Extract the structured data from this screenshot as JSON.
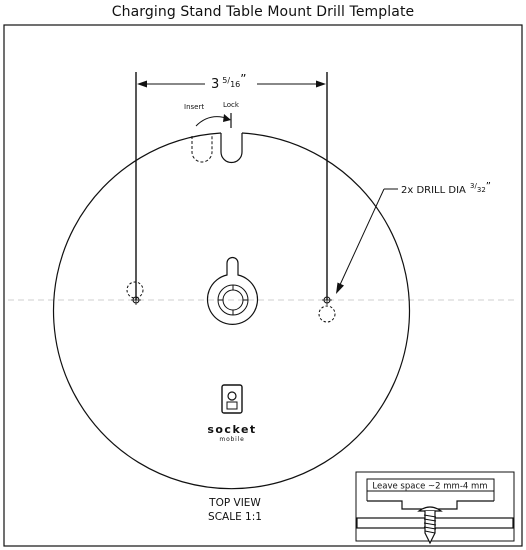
{
  "title": "Charging Stand Table Mount Drill Template",
  "dimension": {
    "whole": "3",
    "num": "5",
    "den": "16",
    "unit": "”"
  },
  "rotation": {
    "insert": "Insert",
    "lock": "Lock"
  },
  "drill": {
    "prefix": "2x DRILL DIA ",
    "num": "3",
    "den": "32",
    "unit": "”"
  },
  "logo": {
    "brand": "socket",
    "sub": "mobile"
  },
  "view": {
    "line1": "TOP VIEW",
    "line2": "SCALE 1:1"
  },
  "inset": {
    "label": "Leave space ~2 mm-4 mm"
  },
  "icons": [
    "dimension-arrow-icon",
    "rotation-arrow-icon",
    "leader-arrow-icon",
    "phone-icon",
    "screw-icon"
  ]
}
